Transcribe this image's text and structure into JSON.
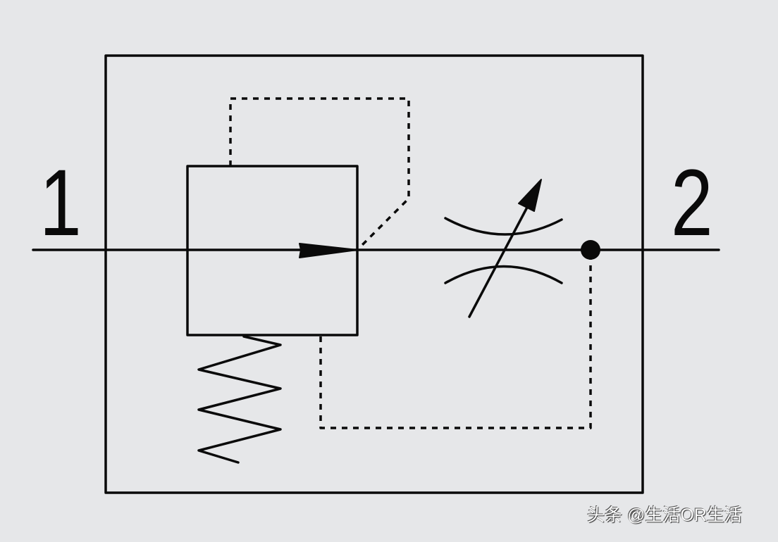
{
  "diagram": {
    "title_hint": "",
    "port_labels": {
      "inlet": "1",
      "outlet": "2"
    },
    "watermark": "头条 @生活OR生活",
    "colors": {
      "background": "#e6e7e9",
      "stroke": "#0a0a0a"
    }
  }
}
